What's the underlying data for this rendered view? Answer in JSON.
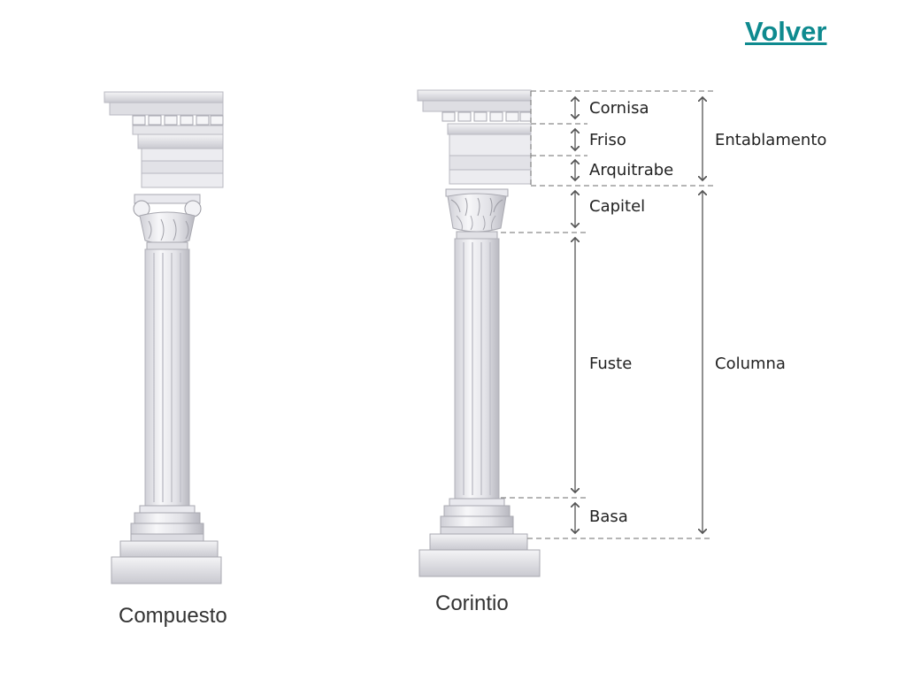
{
  "nav": {
    "back_label": "Volver"
  },
  "columns": [
    {
      "caption": "Compuesto"
    },
    {
      "caption": "Corintio"
    }
  ],
  "parts": {
    "cornisa": "Cornisa",
    "friso": "Friso",
    "arquitrabe": "Arquitrabe",
    "capitel": "Capitel",
    "fuste": "Fuste",
    "basa": "Basa"
  },
  "groups": {
    "entablamento": "Entablamento",
    "columna": "Columna"
  },
  "colors": {
    "link": "#0e8a8f",
    "stone_light": "#f2f2f4",
    "stone_mid": "#d9d9de",
    "stone_dark": "#b4b4bc",
    "guide_line": "#8a8a8a"
  }
}
